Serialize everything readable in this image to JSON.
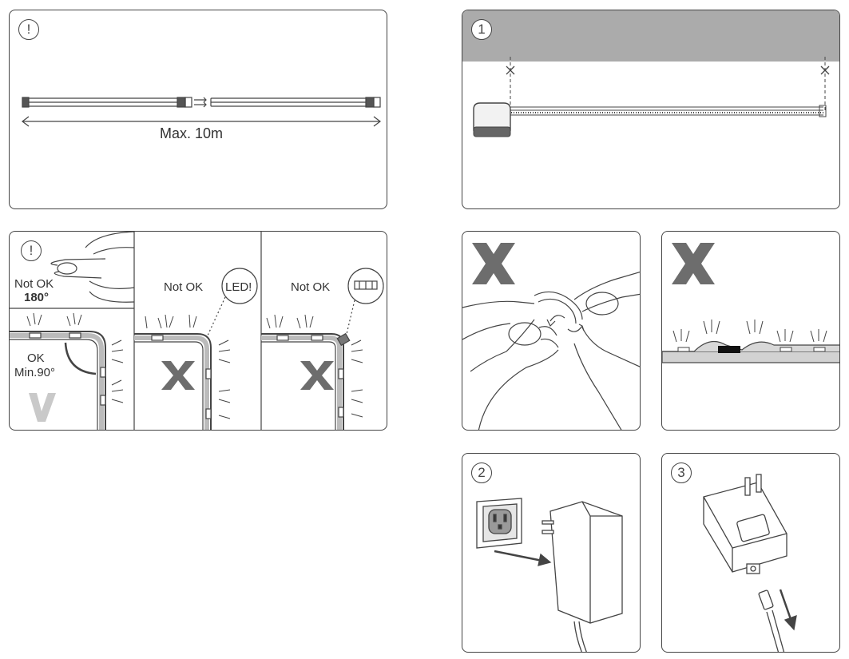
{
  "panel_a": {
    "badge": "!",
    "length_label": "Max. 10m"
  },
  "panel_b": {
    "badge": "1"
  },
  "panel_c": {
    "badge": "!",
    "fold_label": "Not OK",
    "fold_angle": "180°",
    "ok_label": "OK",
    "ok_min": "Min.90°",
    "middle_label": "Not OK",
    "led_callout": "LED!",
    "right_label": "Not OK"
  },
  "panel_f": {
    "badge": "2"
  },
  "panel_g": {
    "badge": "3"
  },
  "colors": {
    "ink": "#3a3a3a",
    "header_gray": "#ababab",
    "mark_gray": "#6d6d6d",
    "check_gray": "#c9c9c9"
  },
  "icons": [
    "exclamation-icon",
    "cross-mark-icon",
    "check-mark-icon",
    "wall-outlet-icon",
    "power-adapter-icon"
  ]
}
